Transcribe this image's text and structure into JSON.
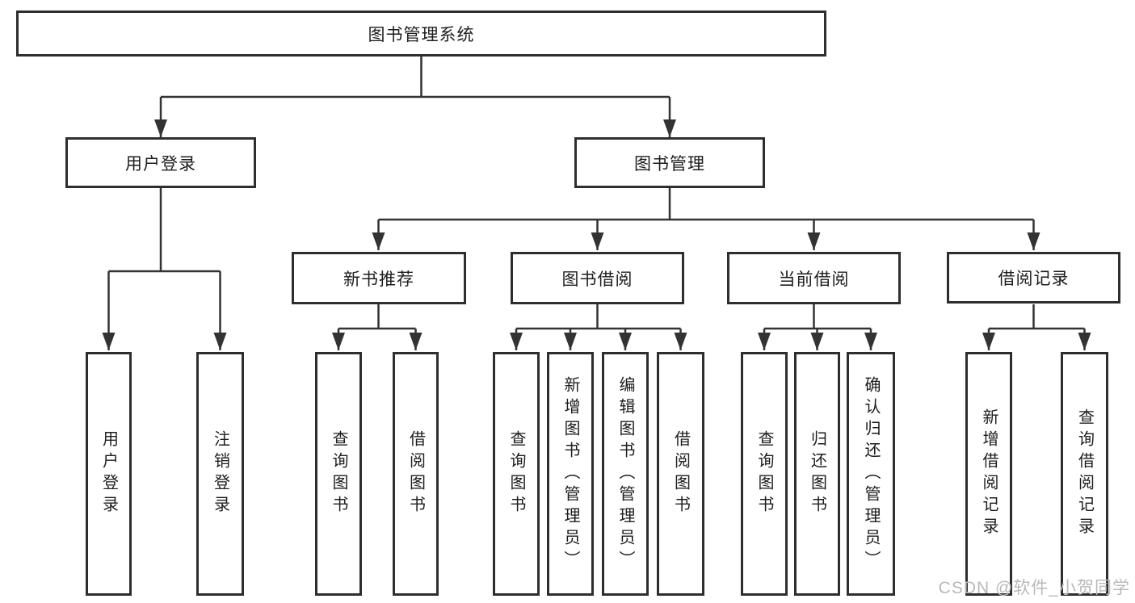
{
  "diagram": {
    "root": {
      "label": "图书管理系统"
    },
    "level2": [
      {
        "label": "用户登录"
      },
      {
        "label": "图书管理"
      }
    ],
    "level3": [
      {
        "label": "新书推荐"
      },
      {
        "label": "图书借阅"
      },
      {
        "label": "当前借阅"
      },
      {
        "label": "借阅记录"
      }
    ],
    "leaves": [
      {
        "label": "用户登录"
      },
      {
        "label": "注销登录"
      },
      {
        "label": "查询图书"
      },
      {
        "label": "借阅图书"
      },
      {
        "label": "查询图书"
      },
      {
        "label": "新增图书（管理员）"
      },
      {
        "label": "编辑图书（管理员）"
      },
      {
        "label": "借阅图书"
      },
      {
        "label": "查询图书"
      },
      {
        "label": "归还图书"
      },
      {
        "label": "确认归还（管理员）"
      },
      {
        "label": "新增借阅记录"
      },
      {
        "label": "查询借阅记录"
      }
    ]
  },
  "watermark": {
    "text": "CSDN @软件_小贺同学"
  },
  "colors": {
    "line": "#333333",
    "text": "#1d1d1d",
    "background": "#ffffff",
    "watermark": "#b9b9b9"
  }
}
